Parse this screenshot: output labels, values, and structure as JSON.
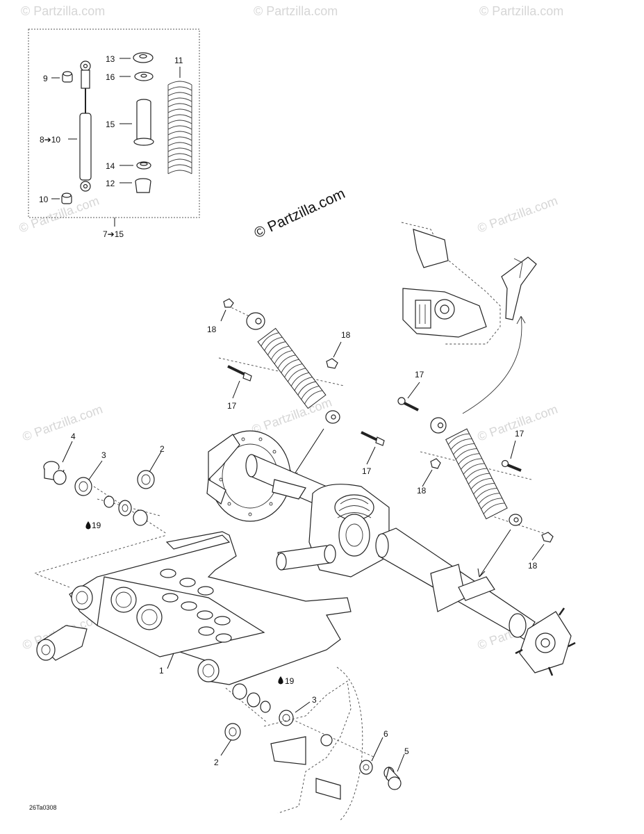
{
  "watermarks": {
    "main": "© Partzilla.com",
    "faint": "© Partzilla.com"
  },
  "figure_code": "26Ta0308",
  "inset": {
    "kit_label": "7➔15",
    "callouts": [
      "13",
      "16",
      "9",
      "11",
      "15",
      "8➔10",
      "14",
      "12",
      "10"
    ]
  },
  "callouts": {
    "c18a": "18",
    "c18b": "18",
    "c17a": "17",
    "c17b": "17",
    "c17c": "17",
    "c17d": "17",
    "c18c": "18",
    "c18d": "18",
    "c4": "4",
    "c3a": "3",
    "c2a": "2",
    "c19a": "19",
    "c1": "1",
    "c19b": "19",
    "c3b": "3",
    "c6": "6",
    "c5": "5",
    "c2b": "2"
  }
}
